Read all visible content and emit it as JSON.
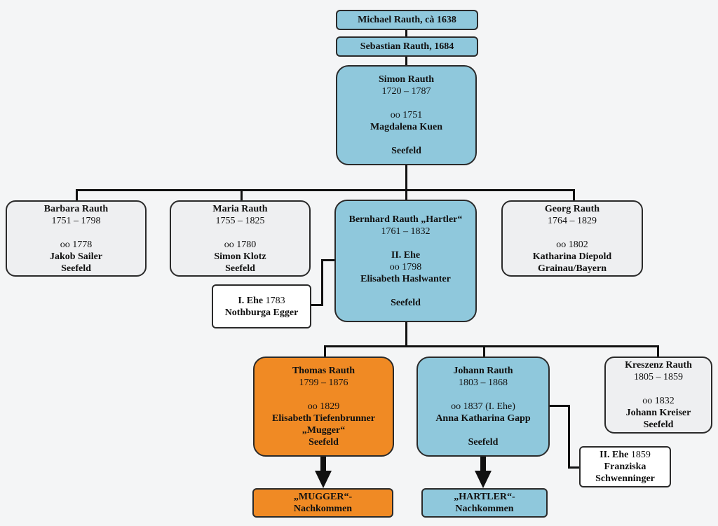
{
  "top": {
    "michael": "Michael Rauth, cà 1638",
    "sebastian": "Sebastian Rauth, 1684"
  },
  "simon": {
    "name": "Simon Rauth",
    "dates": "1720 – 1787",
    "marriage": "oo 1751",
    "spouse": "Magdalena Kuen",
    "place": "Seefeld"
  },
  "barbara": {
    "name": "Barbara Rauth",
    "dates": "1751 – 1798",
    "marriage": "oo 1778",
    "spouse": "Jakob Sailer",
    "place": "Seefeld"
  },
  "maria": {
    "name": "Maria Rauth",
    "dates": "1755 – 1825",
    "marriage": "oo 1780",
    "spouse": "Simon Klotz",
    "place": "Seefeld"
  },
  "bernhard": {
    "name": "Bernhard Rauth „Hartler“",
    "dates": "1761 – 1832",
    "ehe": "II. Ehe",
    "marriage": "oo 1798",
    "spouse": "Elisabeth Haslwanter",
    "place": "Seefeld"
  },
  "bernhard_first": {
    "ehe": "I. Ehe",
    "year": " 1783",
    "spouse": "Nothburga Egger"
  },
  "georg": {
    "name": "Georg Rauth",
    "dates": "1764 – 1829",
    "marriage": "oo 1802",
    "spouse": "Katharina Diepold",
    "place": "Grainau/Bayern"
  },
  "thomas": {
    "name": "Thomas Rauth",
    "dates": "1799 – 1876",
    "marriage": "oo 1829",
    "spouse": "Elisabeth Tiefenbrunner",
    "nickname": "„Mugger“",
    "place": "Seefeld"
  },
  "johann": {
    "name": "Johann Rauth",
    "dates": "1803 – 1868",
    "marriage": "oo 1837 (I. Ehe)",
    "spouse": "Anna Katharina Gapp",
    "place": "Seefeld"
  },
  "johann_second": {
    "ehe": "II. Ehe",
    "year": " 1859",
    "spouse_line1": "Franziska",
    "spouse_line2": "Schwenninger"
  },
  "kreszenz": {
    "name": "Kreszenz Rauth",
    "dates": "1805 – 1859",
    "marriage": "oo 1832",
    "spouse": "Johann Kreiser",
    "place": "Seefeld"
  },
  "mugger_desc": {
    "line1": "„MUGGER“-",
    "line2": "Nachkommen"
  },
  "hartler_desc": {
    "line1": "„HARTLER“-",
    "line2": "Nachkommen"
  },
  "colors": {
    "blue": "#8fc8dc",
    "grey": "#eeeff1",
    "orange": "#f08a24",
    "white": "#ffffff"
  }
}
